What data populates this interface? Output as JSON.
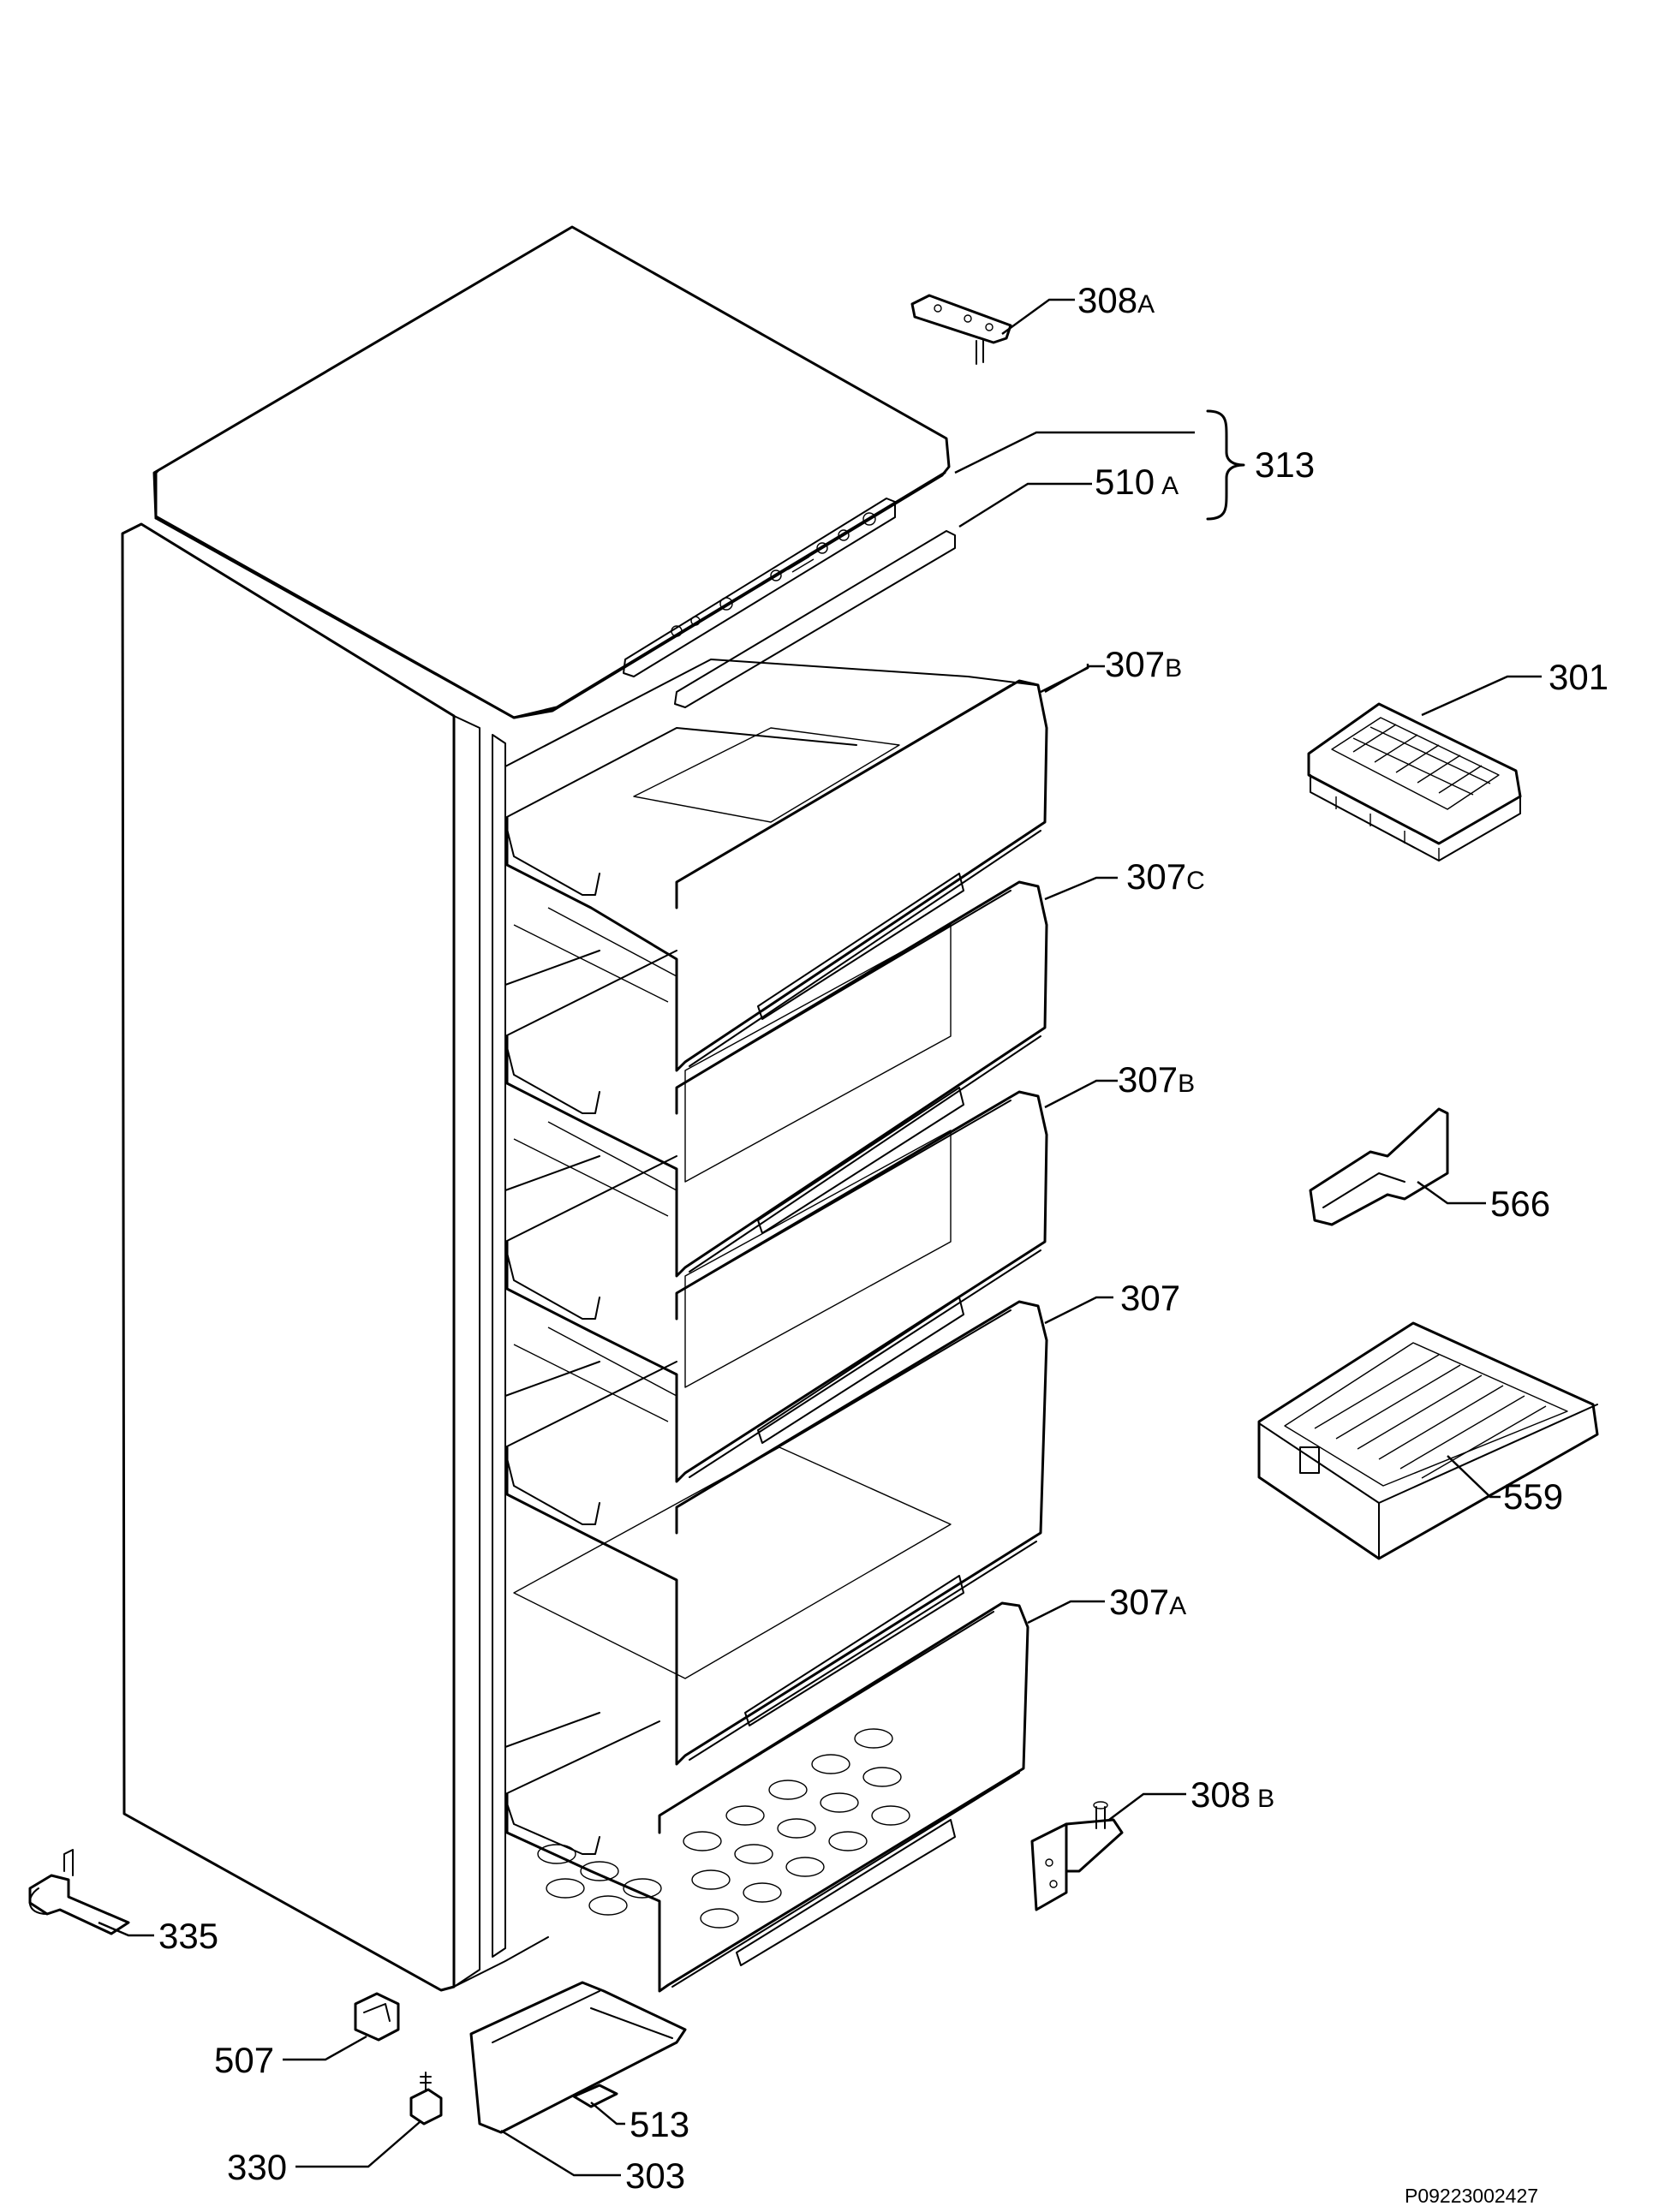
{
  "labels": {
    "p308a": "308",
    "p308a_sfx": "A",
    "p313": "313",
    "p510a": "510",
    "p510a_sfx": "A",
    "p307b_top": "307",
    "p307b_top_sfx": "B",
    "p301": "301",
    "p307c": "307",
    "p307c_sfx": "C",
    "p307b_mid": "307",
    "p307b_mid_sfx": "B",
    "p566": "566",
    "p307": "307",
    "p559": "559",
    "p307a": "307",
    "p307a_sfx": "A",
    "p308b": "308",
    "p308b_sfx": "B",
    "p335": "335",
    "p507": "507",
    "p513": "513",
    "p330": "330",
    "p303": "303"
  },
  "document_id": "P09223002427"
}
